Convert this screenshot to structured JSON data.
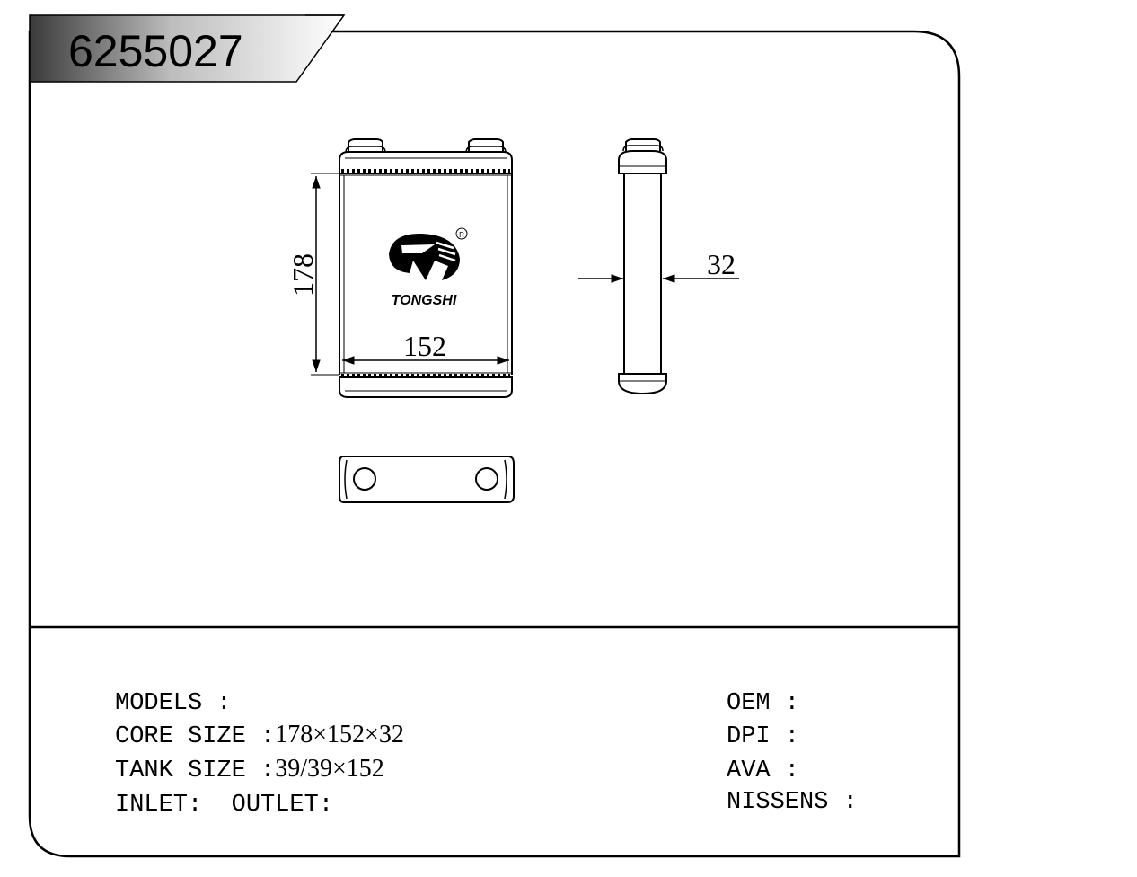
{
  "part_number": "6255027",
  "brand": {
    "name": "TONGSHI",
    "registered_mark": "®"
  },
  "dimensions": {
    "height": "178",
    "width": "152",
    "thickness": "32"
  },
  "specs_left": [
    {
      "label": "MODELS :",
      "value": ""
    },
    {
      "label": "CORE SIZE :",
      "value": "178×152×32"
    },
    {
      "label": "TANK SIZE :",
      "value": "39/39×152"
    },
    {
      "label": "INLET:  OUTLET:",
      "value": ""
    }
  ],
  "specs_right": [
    {
      "label": "OEM :",
      "value": ""
    },
    {
      "label": "DPI :",
      "value": ""
    },
    {
      "label": "AVA :",
      "value": ""
    },
    {
      "label": "NISSENS :",
      "value": ""
    }
  ],
  "colors": {
    "line": "#000000",
    "background": "#ffffff",
    "tab_dark": "#3a3a3a",
    "tab_light": "#f4f4f4"
  }
}
